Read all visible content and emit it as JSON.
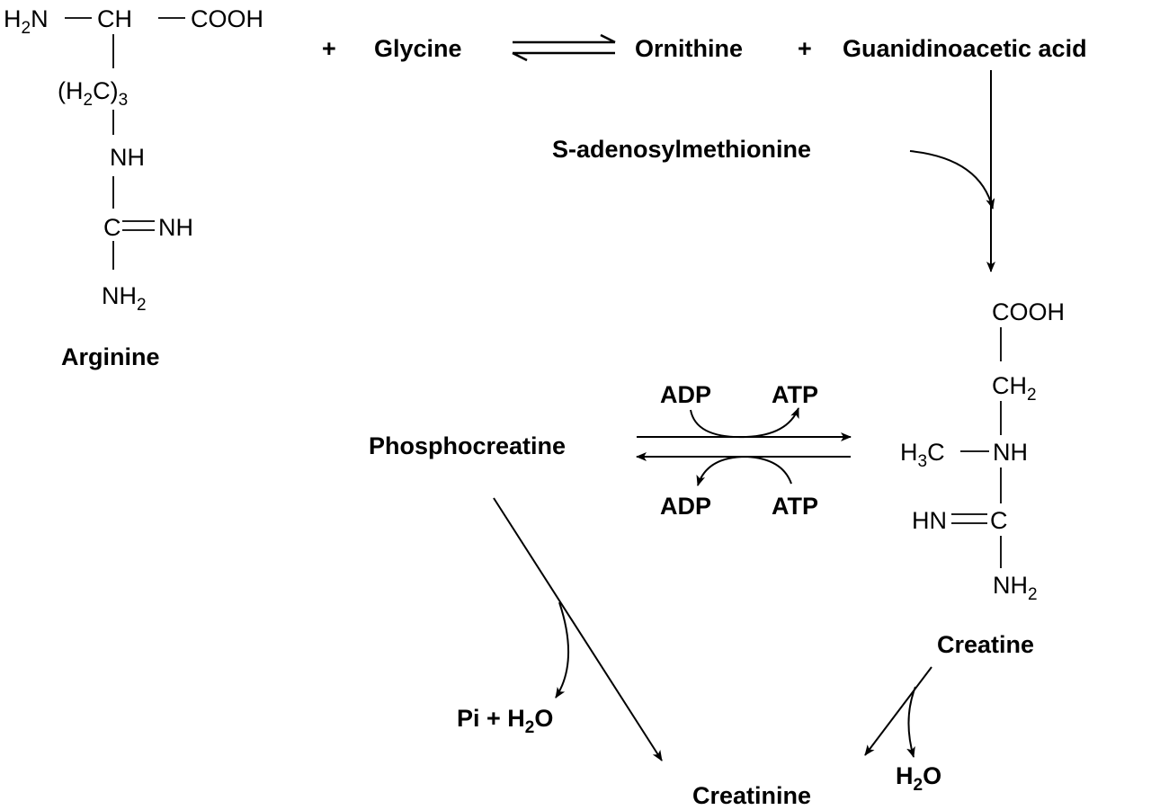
{
  "arginine": {
    "h2n": "H",
    "h2n_sub": "2",
    "h2n_n": "N",
    "ch": "CH",
    "cooh": "COOH",
    "h2c_open": "(H",
    "h2c_sub": "2",
    "h2c_close": "C)",
    "h2c_count": "3",
    "nh": "NH",
    "c": "C",
    "eq_nh": "NH",
    "nh2": "NH",
    "nh2_sub": "2",
    "name": "Arginine"
  },
  "reaction1": {
    "plus1": "+",
    "glycine": "Glycine",
    "ornithine": "Ornithine",
    "plus2": "+",
    "guanidinoacetic": "Guanidinoacetic acid"
  },
  "sam": "S-adenosylmethionine",
  "creatine": {
    "cooh": "COOH",
    "ch2": "CH",
    "ch2_sub": "2",
    "h3c": "H",
    "h3c_sub": "3",
    "h3c_c": "C",
    "nh": "NH",
    "hn": "HN",
    "c": "C",
    "nh2": "NH",
    "nh2_sub": "2",
    "name": "Creatine"
  },
  "phosphocreatine_cycle": {
    "phosphocreatine": "Phosphocreatine",
    "adp_top": "ADP",
    "atp_top": "ATP",
    "adp_bottom": "ADP",
    "atp_bottom": "ATP"
  },
  "degradation": {
    "pi": "Pi + H",
    "pi_sub": "2",
    "pi_o": "O",
    "h2o": "H",
    "h2o_sub": "2",
    "h2o_o": "O",
    "creatinine": "Creatinine"
  }
}
